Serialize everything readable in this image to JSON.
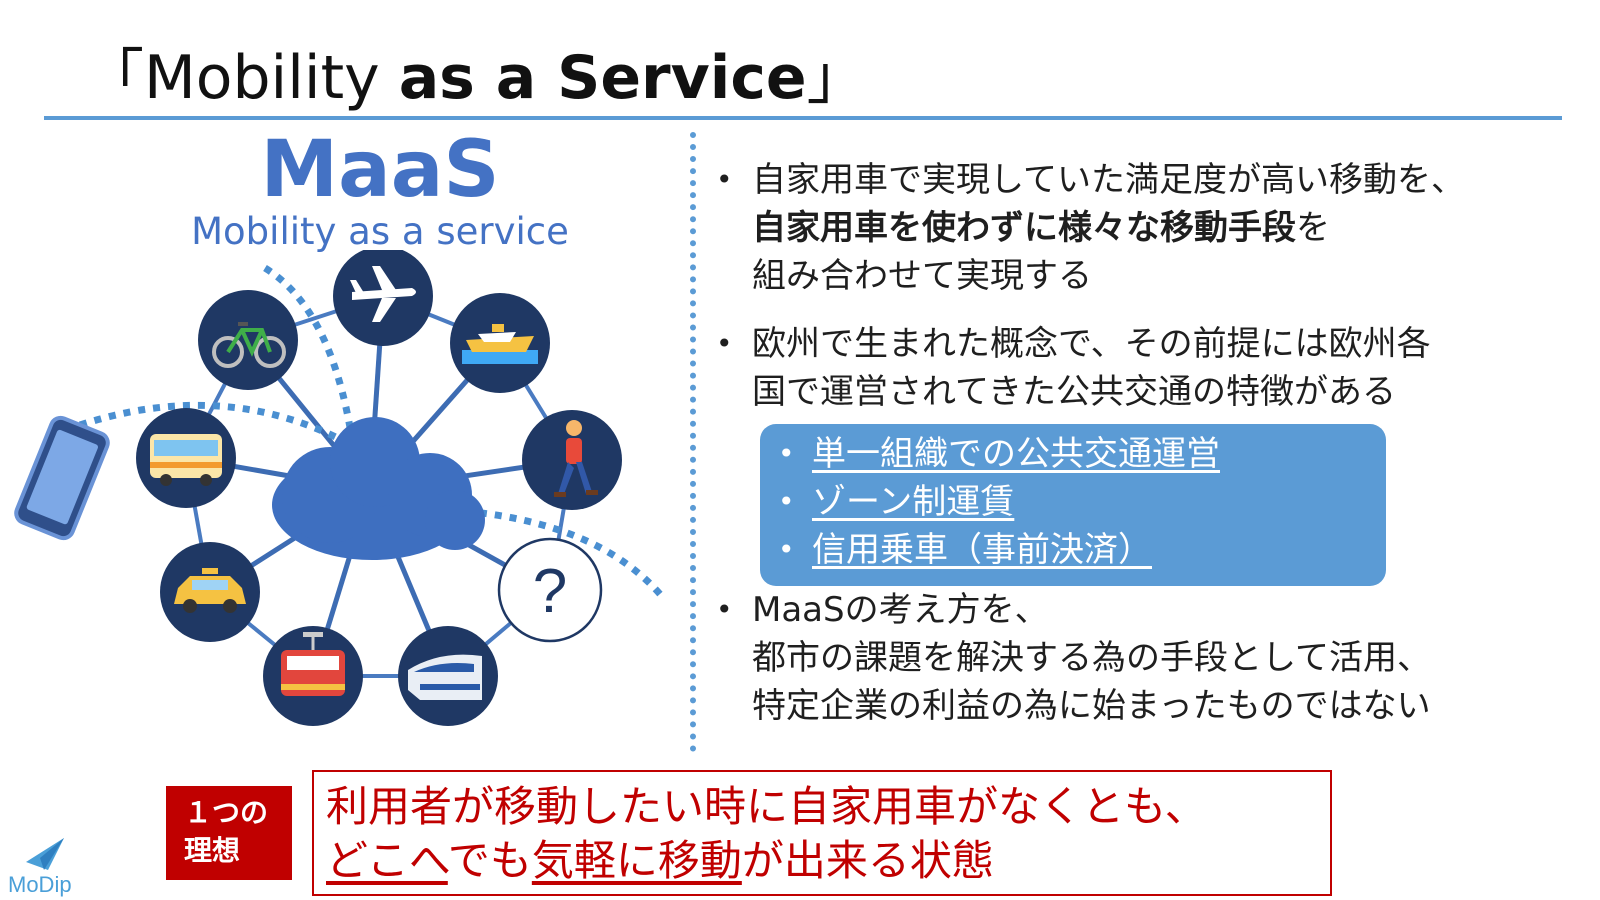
{
  "header": {
    "title_open": "「Mobility ",
    "title_bold": "as a Service",
    "title_close": "」"
  },
  "left": {
    "maas_title": "MaaS",
    "maas_subtitle": "Mobility as a service",
    "question_mark": "?"
  },
  "bullets": [
    {
      "line1": "自家用車で実現していた満足度が高い移動を、",
      "line2_bold": "自家用車を使わずに様々な移動手段",
      "line2_rest": "を",
      "line3": "組み合わせて実現する"
    },
    {
      "line1": "欧州で生まれた概念で、その前提には欧州各",
      "line2": "国で運営されてきた公共交通の特徴がある"
    },
    {
      "line1": "MaaSの考え方を、",
      "line2": "都市の課題を解決する為の手段として活用、",
      "line3": "特定企業の利益の為に始まったものではない"
    }
  ],
  "features": [
    "単一組織での公共交通運営",
    "ゾーン制運賃",
    "信用乗車（事前決済）"
  ],
  "ideal": {
    "tag_line1": "１つの",
    "tag_line2": "理想",
    "line1": "利用者が移動したい時に自家用車がなくとも、",
    "line2_u1": "どこへ",
    "line2_t1": "でも",
    "line2_u2": "気軽に移動",
    "line2_t2": "が出来る状態"
  },
  "logo": {
    "text": "MoDip"
  },
  "colors": {
    "accent": "#5b9bd5",
    "maas_blue": "#4472c4",
    "navy": "#1f3864",
    "red": "#c00000"
  },
  "icons": [
    "airplane-icon",
    "ship-icon",
    "walking-person-icon",
    "question-icon",
    "bullet-train-icon",
    "tram-icon",
    "taxi-icon",
    "bus-icon",
    "bicycle-icon",
    "cloud-icon",
    "smartphone-icon"
  ]
}
